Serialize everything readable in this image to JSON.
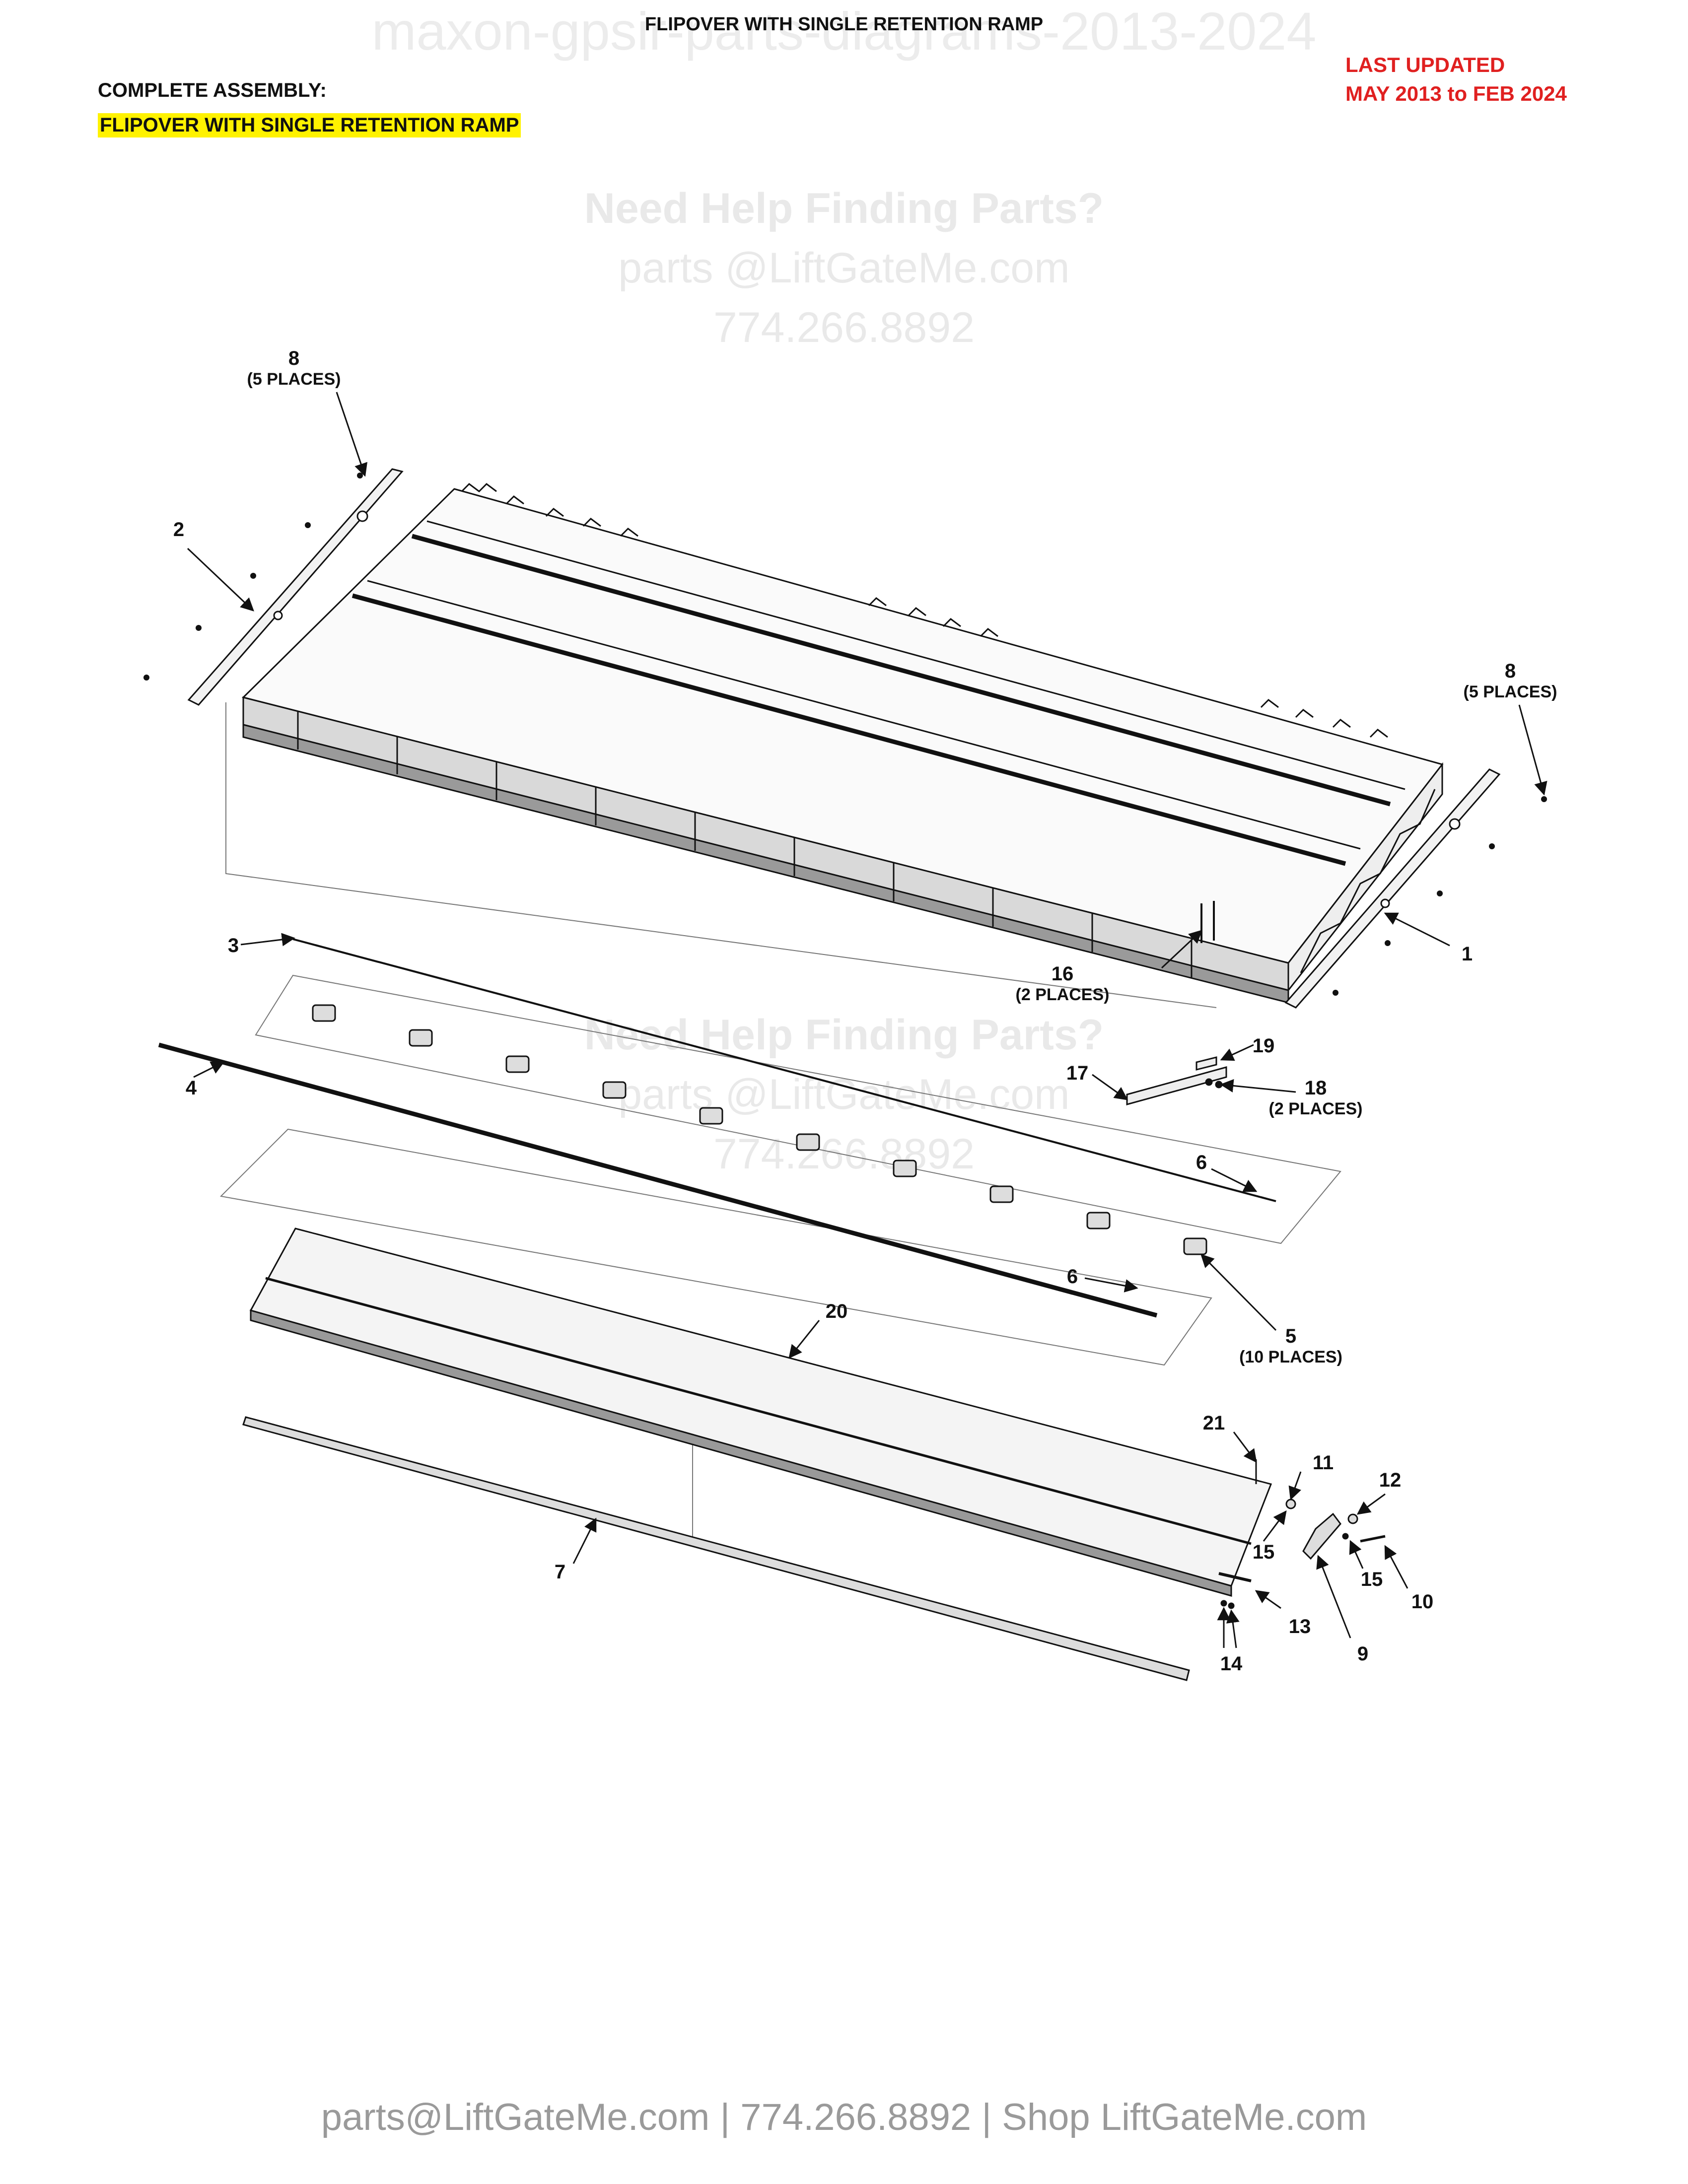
{
  "watermark_top": "maxon-gpsir-parts-diagrams-2013-2024",
  "header": {
    "title": "FLIPOVER WITH SINGLE RETENTION RAMP",
    "assembly_label": "COMPLETE ASSEMBLY:",
    "assembly_name": "FLIPOVER WITH SINGLE RETENTION RAMP",
    "updated_line1": "LAST UPDATED",
    "updated_line2": "MAY 2013 to FEB 2024",
    "updated_color": "#e02020",
    "highlight_color": "#fff200"
  },
  "help_watermark": {
    "heading": "Need Help Finding Parts?",
    "email": "parts @LiftGateMe.com",
    "phone": "774.266.8892"
  },
  "callouts": {
    "c1": "1",
    "c2": "2",
    "c3": "3",
    "c4": "4",
    "c5": "5",
    "c5_note": "(10 PLACES)",
    "c6a": "6",
    "c6b": "6",
    "c7": "7",
    "c8a": "8",
    "c8a_note": "(5 PLACES)",
    "c8b": "8",
    "c8b_note": "(5 PLACES)",
    "c9": "9",
    "c10": "10",
    "c11": "11",
    "c12": "12",
    "c13": "13",
    "c14": "14",
    "c15a": "15",
    "c15b": "15",
    "c16": "16",
    "c16_note": "(2 PLACES)",
    "c17": "17",
    "c18": "18",
    "c18_note": "(2 PLACES)",
    "c19": "19",
    "c20": "20",
    "c21": "21"
  },
  "footer": "parts@LiftGateMe.com | 774.266.8892 | Shop LiftGateMe.com"
}
